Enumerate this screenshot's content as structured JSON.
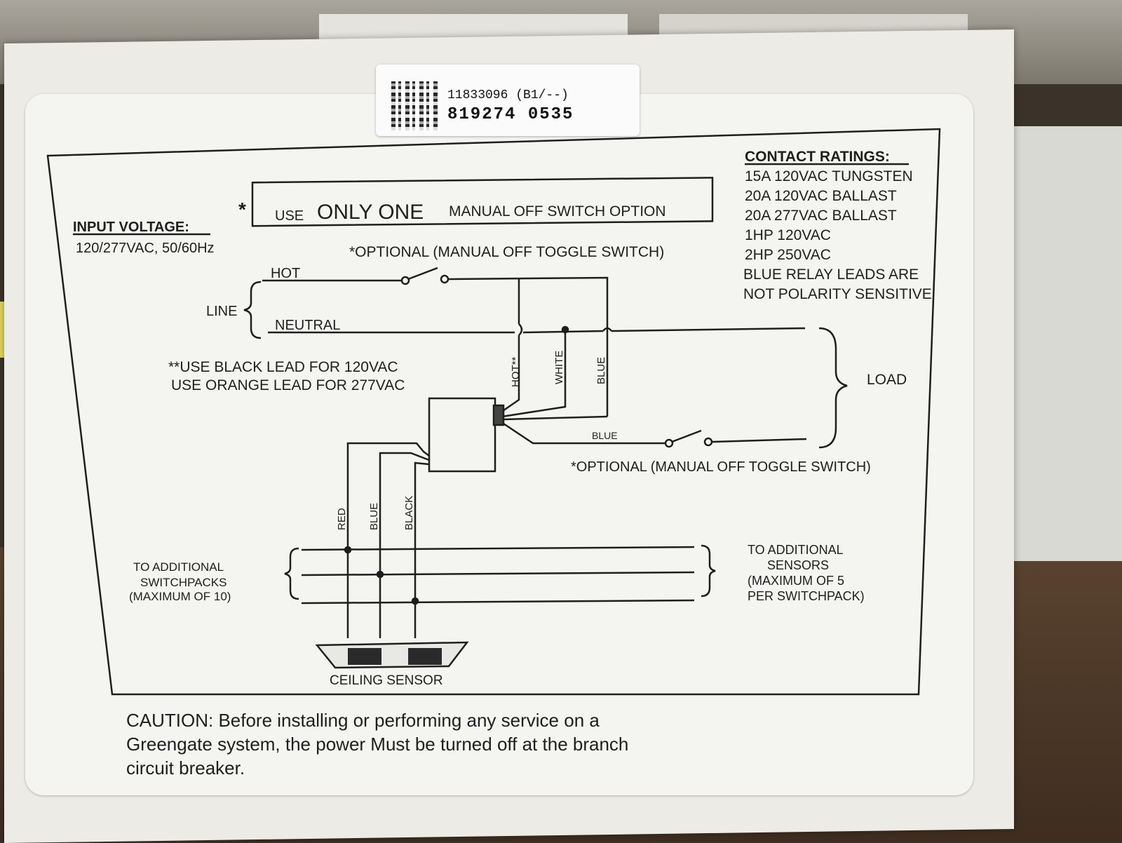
{
  "barcode": {
    "line1": "11833096 (B1/--)",
    "line2": "819274 0535"
  },
  "input_voltage": {
    "heading": "INPUT VOLTAGE:",
    "value": "120/277VAC, 50/60Hz"
  },
  "use_banner": {
    "asterisk": "*",
    "use": "USE",
    "only_one": "ONLY ONE",
    "option": "MANUAL OFF SWITCH OPTION"
  },
  "optional_top": "*OPTIONAL (MANUAL OFF TOGGLE SWITCH)",
  "optional_bottom": "*OPTIONAL (MANUAL OFF TOGGLE SWITCH)",
  "line": {
    "label": "LINE",
    "hot": "HOT",
    "neutral": "NEUTRAL"
  },
  "lead_note": {
    "l1": "**USE BLACK LEAD FOR 120VAC",
    "l2": "USE ORANGE LEAD FOR 277VAC"
  },
  "wires": {
    "hot": "HOT**",
    "white": "WHITE",
    "blue": "BLUE",
    "blue_bottom": "BLUE",
    "red": "RED",
    "blue_sensor": "BLUE",
    "black": "BLACK"
  },
  "load": "LOAD",
  "contact_ratings": {
    "heading": "CONTACT RATINGS:",
    "items": [
      "15A 120VAC TUNGSTEN",
      "20A 120VAC BALLAST",
      "20A 277VAC BALLAST",
      "1HP 120VAC",
      "2HP 250VAC",
      "BLUE RELAY LEADS ARE",
      "NOT POLARITY SENSITIVE"
    ]
  },
  "switchpacks": {
    "l1": "TO ADDITIONAL",
    "l2": "SWITCHPACKS",
    "l3": "(MAXIMUM OF 10)"
  },
  "sensors": {
    "l1": "TO ADDITIONAL",
    "l2": "SENSORS",
    "l3": "(MAXIMUM OF 5",
    "l4": "PER SWITCHPACK)"
  },
  "ceiling_sensor": "CEILING SENSOR",
  "caution": {
    "l1": "CAUTION:  Before installing or performing any service on a",
    "l2": "Greengate system, the power Must be turned off at the branch",
    "l3": "circuit breaker."
  },
  "colors": {
    "ink": "#1e1e1e",
    "label_bg": "#f4f4f0",
    "desk": "#4a3726"
  }
}
